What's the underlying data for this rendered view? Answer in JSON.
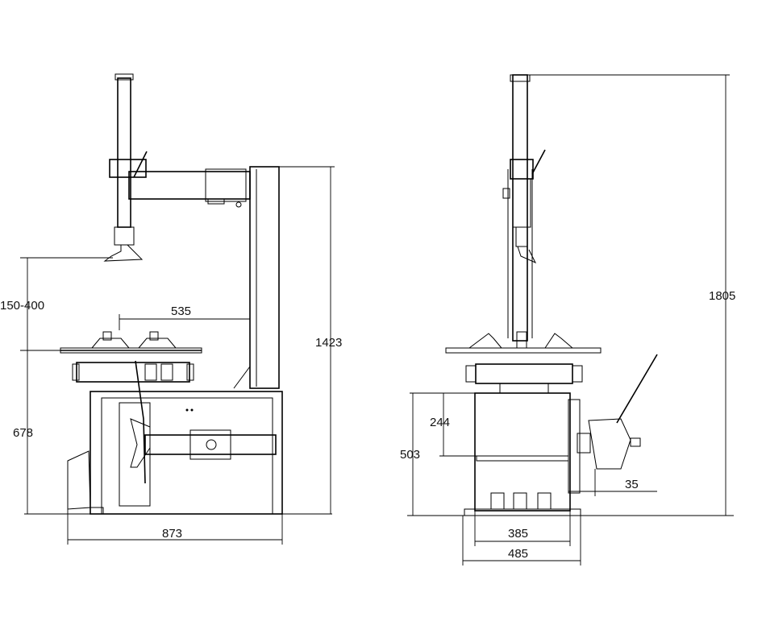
{
  "drawing": {
    "side_view": {
      "dimensions": {
        "clamp_height_range": "150-400",
        "arm_reach": "535",
        "column_height": "1423",
        "base_to_table": "678",
        "overall_width": "873"
      }
    },
    "front_view": {
      "dimensions": {
        "overall_height": "1805",
        "pedal_height_upper": "244",
        "cabinet_height": "503",
        "bead_breaker_offset": "35",
        "cabinet_width": "385",
        "base_width": "485"
      }
    }
  }
}
